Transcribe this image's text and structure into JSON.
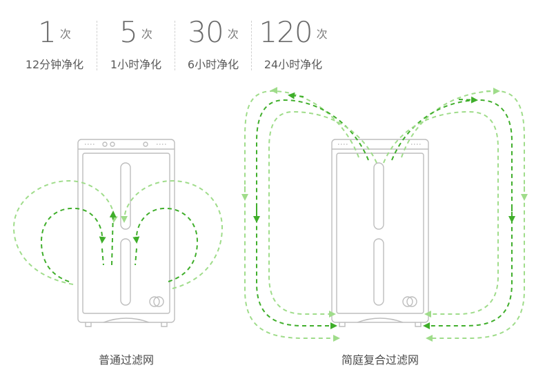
{
  "stats": [
    {
      "value": "1",
      "unit": "次",
      "label": "12分钟净化"
    },
    {
      "value": "5",
      "unit": "次",
      "label": "1小时净化"
    },
    {
      "value": "30",
      "unit": "次",
      "label": "6小时净化"
    },
    {
      "value": "120",
      "unit": "次",
      "label": "24小时净化"
    }
  ],
  "captions": {
    "left": "普通过滤网",
    "right": "简庭复合过滤网"
  },
  "colors": {
    "dark_green": "#3fae2a",
    "light_green": "#9fdc8a",
    "purifier_outline": "#bdbdbd"
  }
}
